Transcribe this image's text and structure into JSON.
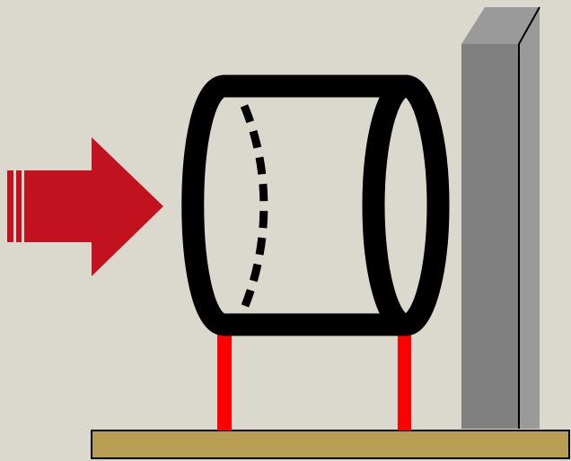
{
  "scene": {
    "elements": [
      {
        "name": "arrow",
        "icon": "right-arrow-icon",
        "color": "#C2121F"
      },
      {
        "name": "coil",
        "icon": "cylinder-coil-icon",
        "color": "#000000"
      },
      {
        "name": "legs",
        "icon": "support-leg-icon",
        "color": "#FF0000"
      },
      {
        "name": "wall",
        "icon": "wall-block-icon",
        "color": "#808080"
      },
      {
        "name": "base",
        "icon": "base-board-icon",
        "color": "#B79E52"
      }
    ],
    "colors": {
      "background": "#DBD8CE",
      "arrow": "#C2121F",
      "coil": "#000000",
      "legs": "#FF0000",
      "wall_front": "#808080",
      "wall_side": "#9A9A9A",
      "base": "#B79E52"
    }
  }
}
